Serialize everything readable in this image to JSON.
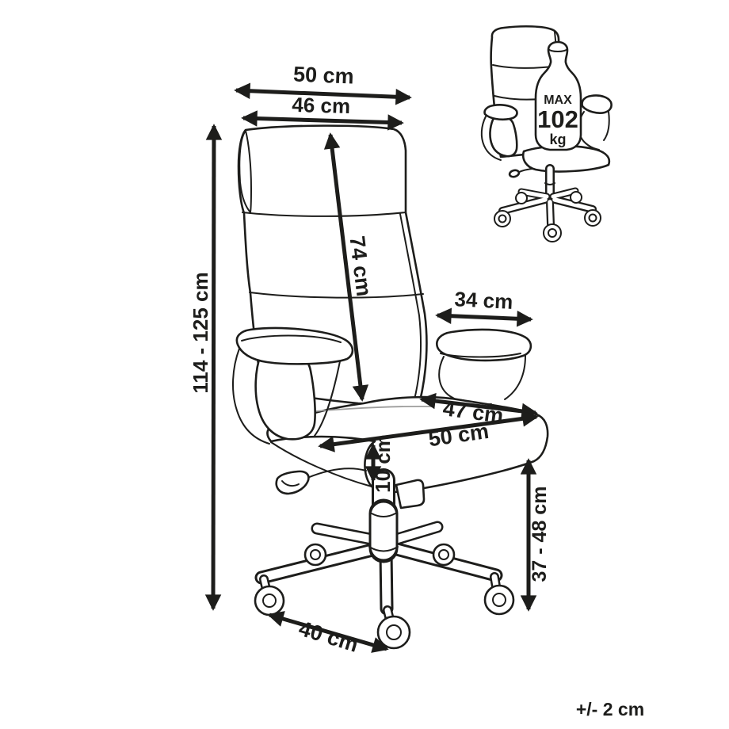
{
  "diagram": {
    "type": "product-dimension-drawing",
    "subject": "executive office swivel chair",
    "tolerance": "+/- 2 cm",
    "max_load": {
      "line1": "MAX",
      "line2": "102",
      "line3": "kg"
    },
    "dimensions": {
      "backrest_width_outer": "50 cm",
      "backrest_width_inner": "46 cm",
      "backrest_height": "74 cm",
      "armrest_length": "34 cm",
      "overall_height": "114 - 125 cm",
      "seat_depth": "47 cm",
      "seat_width": "50 cm",
      "seat_thickness": "10 cm",
      "seat_height": "37 - 48 cm",
      "base_leg_span": "40 cm"
    },
    "colors": {
      "line": "#1d1d1b",
      "background": "#ffffff",
      "accent_grey": "#9d9d9c"
    }
  }
}
